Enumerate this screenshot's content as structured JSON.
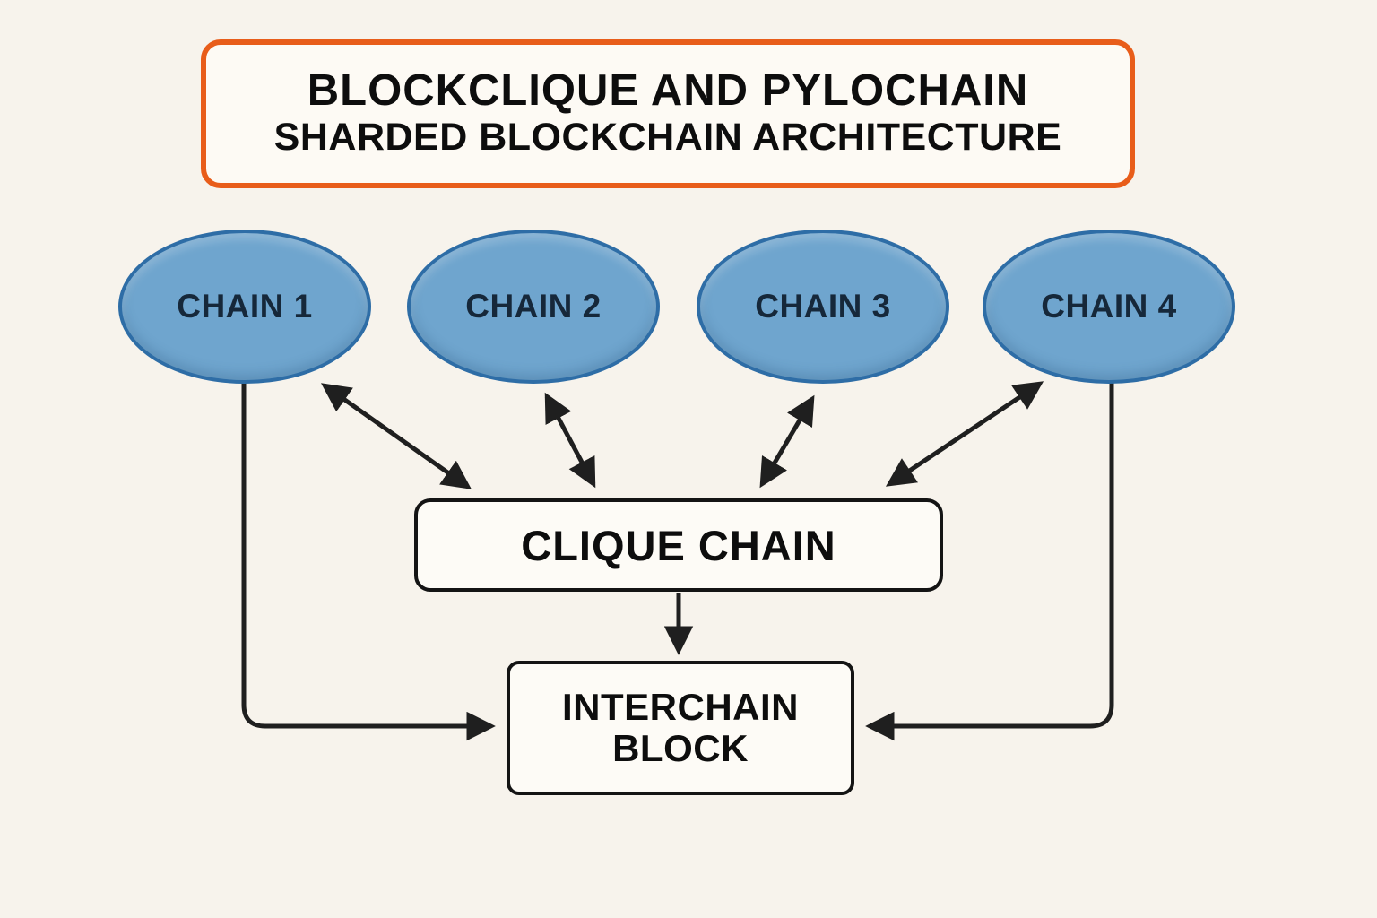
{
  "title": {
    "line1": "BLOCKCLIQUE AND PYLOCHAIN",
    "line2": "SHARDED BLOCKCHAIN ARCHITECTURE"
  },
  "chains": [
    {
      "label": "CHAIN 1"
    },
    {
      "label": "CHAIN 2"
    },
    {
      "label": "CHAIN 3"
    },
    {
      "label": "CHAIN 4"
    }
  ],
  "clique_chain": {
    "label": "CLIQUE CHAIN"
  },
  "interchain_block": {
    "line1": "INTERCHAIN",
    "line2": "BLOCK"
  },
  "connections": {
    "chain_to_clique": "bidirectional arrows from each chain ellipse to the Clique Chain box",
    "clique_to_interchain": "downward arrow from Clique Chain to Interchain Block",
    "chain1_to_interchain": "arrow routed down the left side into Interchain Block",
    "chain4_to_interchain": "arrow routed down the right side into Interchain Block"
  },
  "colors": {
    "background": "#f7f3ec",
    "title_border": "#e85d1a",
    "ellipse_fill": "#6fa5ce",
    "ellipse_border": "#2e6da6",
    "box_border": "#141414",
    "arrow": "#1f1f1f",
    "text": "#0d0d0d"
  }
}
